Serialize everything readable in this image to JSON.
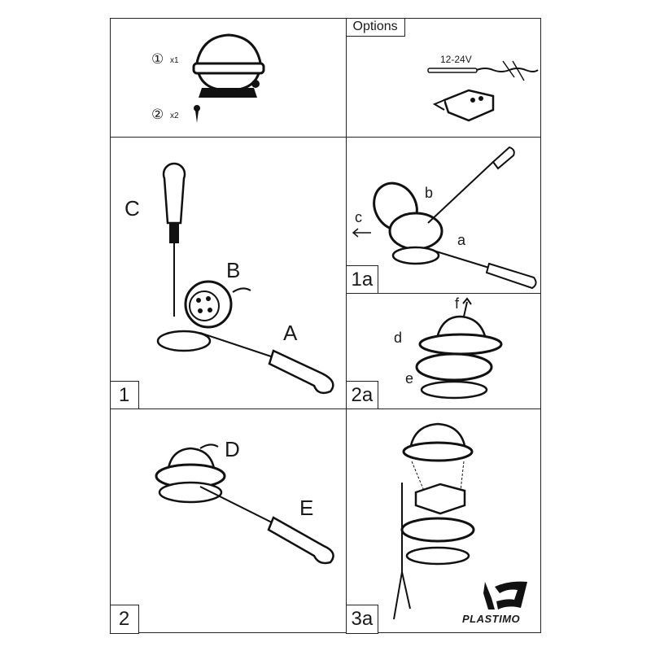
{
  "parts": {
    "item1": {
      "marker": "①",
      "qty": "x1"
    },
    "item2": {
      "marker": "②",
      "qty": "x2"
    }
  },
  "options": {
    "title": "Options",
    "voltage": "12-24V"
  },
  "step1": {
    "number": "1",
    "labels": {
      "A": "A",
      "B": "B",
      "C": "C"
    }
  },
  "step1a": {
    "number": "1a",
    "labels": {
      "a": "a",
      "b": "b",
      "c": "c"
    }
  },
  "step2a": {
    "number": "2a",
    "labels": {
      "d": "d",
      "e": "e",
      "f": "f"
    }
  },
  "step2": {
    "number": "2",
    "labels": {
      "D": "D",
      "E": "E"
    }
  },
  "step3a": {
    "number": "3a"
  },
  "brand": {
    "name": "PLASTIMO"
  }
}
